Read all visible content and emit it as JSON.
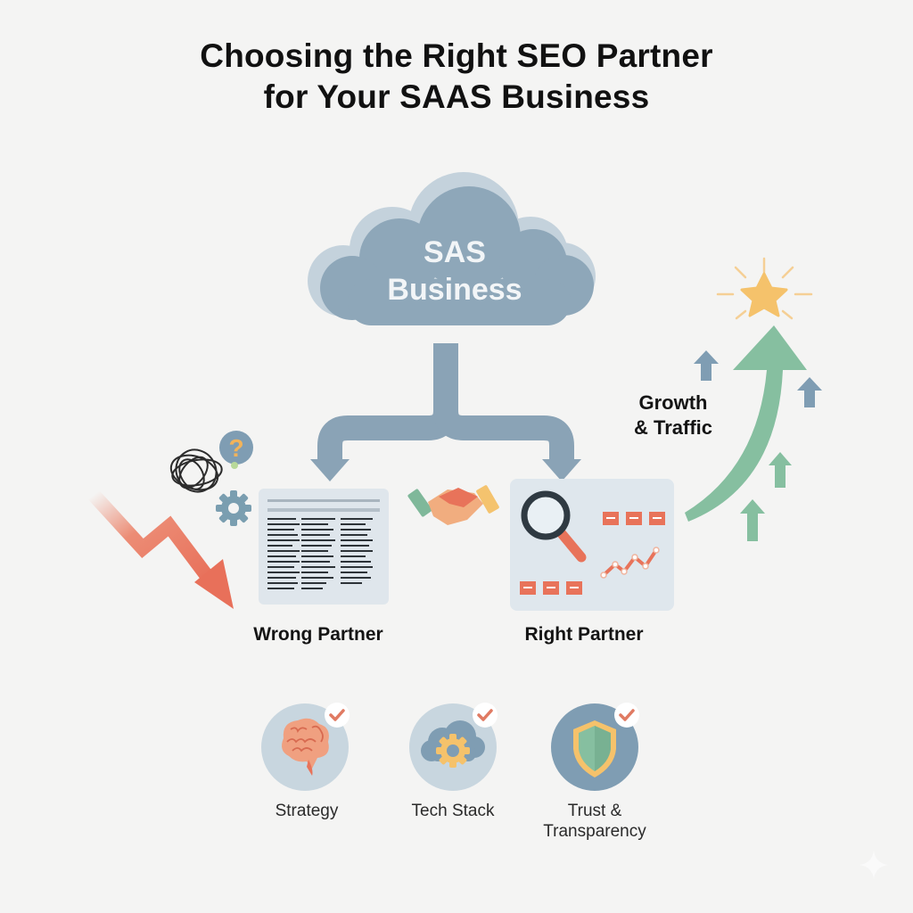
{
  "title": {
    "line1": "Choosing the Right SEO Partner",
    "line2": "for Your SAAS Business"
  },
  "cloud": {
    "line1": "SAS",
    "line2": "Business",
    "color": "#8da6b8"
  },
  "branches": {
    "left": {
      "label": "Wrong Partner",
      "icons": [
        "chaos-scribble-icon",
        "question-mark-icon",
        "gear-icon",
        "downtrend-arrow-icon",
        "cluttered-document-icon"
      ]
    },
    "right": {
      "label": "Right Partner",
      "icons": [
        "handshake-icon",
        "magnifier-icon",
        "dashboard-blocks-icon",
        "line-chart-icon"
      ]
    }
  },
  "growth": {
    "line1": "Growth",
    "line2": "& Traffic",
    "icons": [
      "star-icon",
      "growth-arrow-icon",
      "small-up-arrow-icon"
    ]
  },
  "features": [
    {
      "label": "Strategy",
      "icon": "brain-icon",
      "checked": true
    },
    {
      "label": "Tech Stack",
      "icon": "cloud-gear-icon",
      "checked": true
    },
    {
      "label_line1": "Trust &",
      "label_line2": "Transparency",
      "icon": "shield-icon",
      "checked": true
    }
  ],
  "colors": {
    "slate": "#8aa3b6",
    "coral": "#e8755a",
    "green": "#86bfa0",
    "gold": "#f5c26b",
    "panel": "#dfe7ed"
  }
}
